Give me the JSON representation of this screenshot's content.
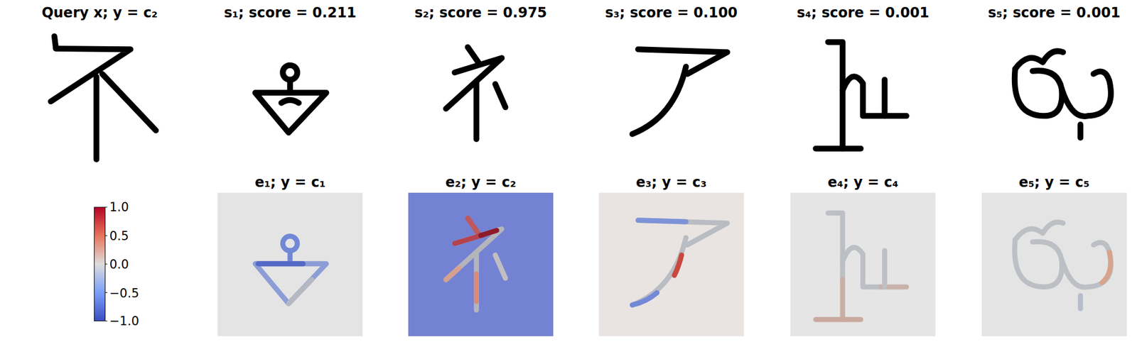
{
  "diagram": {
    "labels": [
      "Query x; y = c₂",
      "s₁; score = 0.211",
      "s₂; score = 0.975",
      "s₃; score = 0.100",
      "s₄; score = 0.001",
      "s₅; score = 0.001",
      "e₁; y = c₁",
      "e₂; y = c₂",
      "e₃; y = c₃",
      "e₄; y = c₄",
      "e₅; y = c₅",
      "1.0",
      "0.5",
      "0.0",
      "−0.5",
      "−1.0"
    ]
  }
}
